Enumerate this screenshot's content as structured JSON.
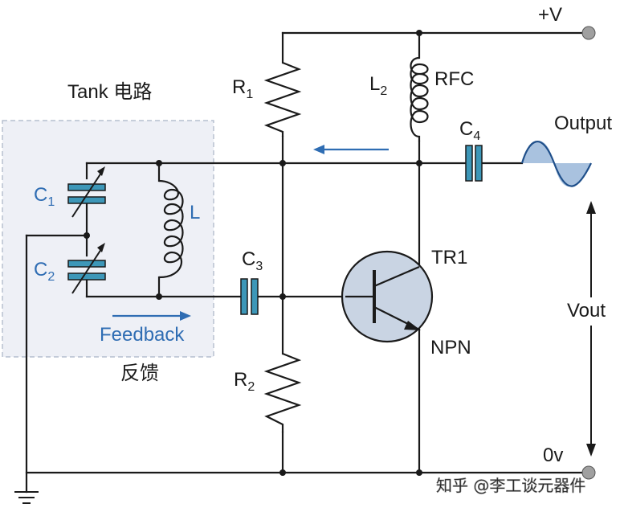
{
  "tank_title": "Tank 电路",
  "feedback_cn": "反馈",
  "feedback_en": "Feedback",
  "labels": {
    "supply": "+V",
    "ground": "0v",
    "output": "Output",
    "vout": "Vout",
    "rfc": "RFC",
    "transistor": "TR1",
    "transistor_type": "NPN",
    "inductor": "L",
    "r1": "R",
    "r1_sub": "1",
    "r2": "R",
    "r2_sub": "2",
    "l2": "L",
    "l2_sub": "2",
    "c1": "C",
    "c1_sub": "1",
    "c2": "C",
    "c2_sub": "2",
    "c3": "C",
    "c3_sub": "3",
    "c4": "C",
    "c4_sub": "4"
  },
  "watermark": "知乎 @李工谈元器件",
  "colors": {
    "wire": "#1a1a1a",
    "capacitor": "#3d97b8",
    "transistor_fill": "#c9d4e3",
    "tank_box_fill": "#eef0f6",
    "tank_box_border": "#a9b3c6",
    "arrow": "#2f6db3",
    "terminal": "#a0a0a0",
    "sine_fill": "#a9c2df"
  }
}
